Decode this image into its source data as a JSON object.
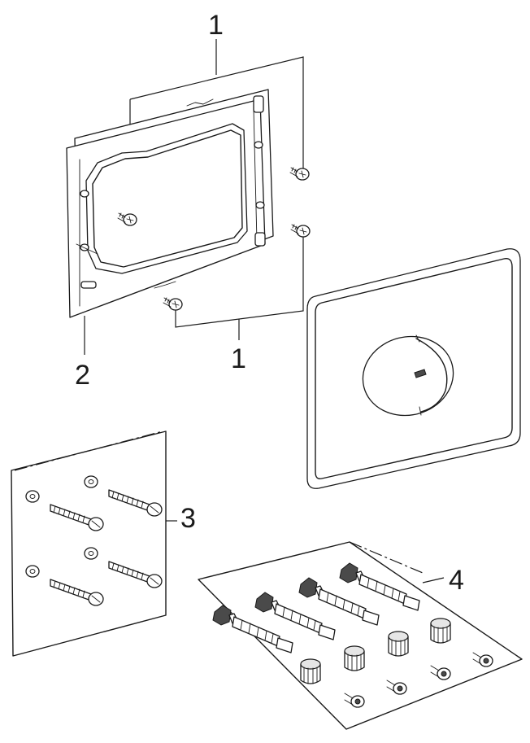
{
  "diagram": {
    "callouts": {
      "upper_screws": "1",
      "lower_screws": "1",
      "mounting_frame": "2",
      "wall_screw_set": "3",
      "extension_set": "4"
    }
  },
  "icons": {
    "screw": "screw-icon",
    "plug": "wall-plug-icon",
    "nut": "nut-icon"
  }
}
